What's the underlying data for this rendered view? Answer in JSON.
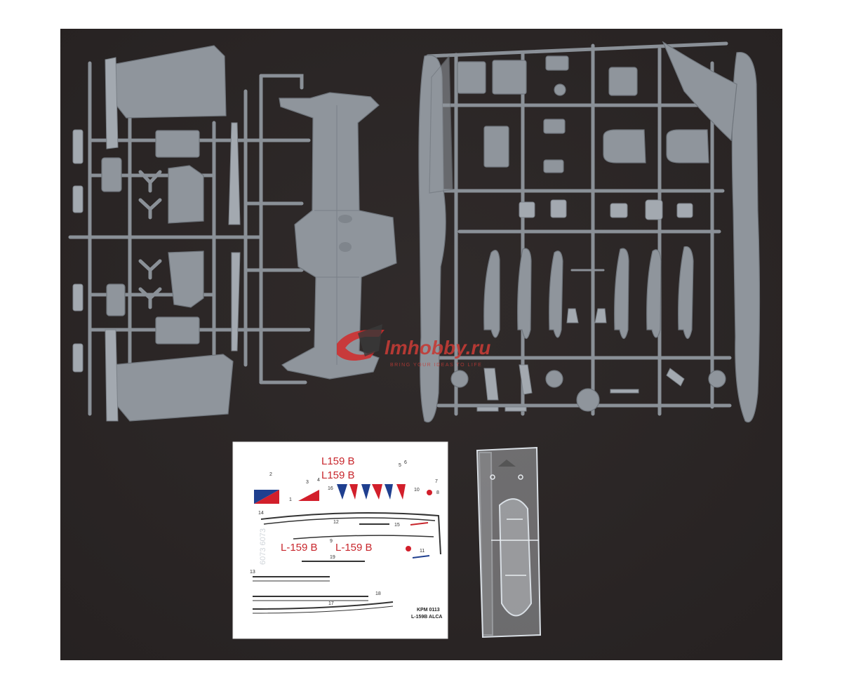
{
  "photo": {
    "subject": "plastic model kit sprues with decal sheet and clear canopy on a dark background",
    "background_color": "#2b2626",
    "border_color": "#ffffff",
    "plastic_color": "#8f959c"
  },
  "watermark": {
    "text": "lmhobby.ru",
    "tagline": "BRING YOUR IDEAS TO LIFE"
  },
  "decal_sheet": {
    "registration_top": "L159 B",
    "registration_mid": "L159 B",
    "registration_large_1": "L-159 B",
    "registration_large_2": "L-159 B",
    "side_serial": "6073 6073",
    "product_code": "KPM 0113",
    "product_name": "L-159B ALCA",
    "numbers": [
      "1",
      "2",
      "3",
      "4",
      "5",
      "6",
      "7",
      "8",
      "9",
      "10",
      "11",
      "12",
      "13",
      "14",
      "15",
      "16",
      "17",
      "18",
      "19"
    ],
    "roundel_colors": [
      "#d21f2b",
      "#1f3f8f",
      "#ffffff"
    ]
  }
}
